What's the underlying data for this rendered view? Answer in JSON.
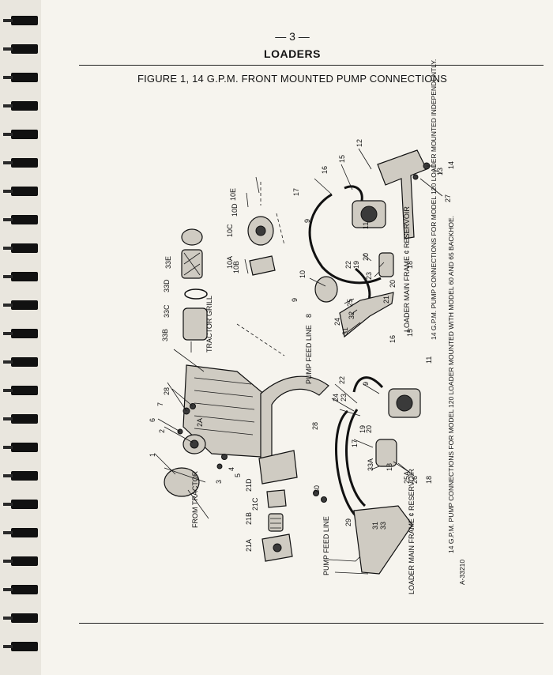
{
  "page": {
    "page_number": "— 3 —",
    "section_title": "LOADERS",
    "figure_title": "FIGURE 1, 14 G.P.M. FRONT MOUNTED PUMP CONNECTIONS"
  },
  "diagram": {
    "part_labels": [
      "1",
      "2",
      "2A",
      "3",
      "4",
      "5",
      "6",
      "7",
      "8",
      "9",
      "9",
      "9",
      "10",
      "10A",
      "10B",
      "10C",
      "10D",
      "10E",
      "11",
      "11",
      "12",
      "13",
      "14",
      "15",
      "15",
      "16",
      "16",
      "17",
      "17",
      "18",
      "18",
      "18",
      "19",
      "19",
      "20",
      "20",
      "21",
      "21A",
      "21B",
      "21C",
      "21D",
      "22",
      "22",
      "23",
      "23",
      "24",
      "24",
      "25",
      "25A",
      "26",
      "27",
      "28",
      "28",
      "29",
      "30",
      "30",
      "31",
      "31",
      "32",
      "33",
      "33A",
      "33B",
      "33C",
      "33D",
      "33E"
    ],
    "text_labels": {
      "tractor_grill": "TRACTOR GRILL",
      "from_tractor": "FROM TRACTOR",
      "pump_feed_line_upper": "PUMP FEED LINE",
      "pump_feed_line_lower": "PUMP FEED LINE",
      "loader_frame_upper": "LOADER MAIN FRAME ¢ RESERVOIR",
      "loader_frame_lower": "LOADER MAIN FRAME ¢ RESERVOIR",
      "caption_upper": "14 G.P.M. PUMP CONNECTIONS FOR MODEL 120 LOADER MOUNTED INDEPENDENTLY.",
      "caption_lower": "14 G.P.M. PUMP CONNECTIONS FOR MODEL 120 LOADER MOUNTED WITH MODEL 60 AND 65 BACKHOE.",
      "drawing_number": "A-33210"
    }
  }
}
